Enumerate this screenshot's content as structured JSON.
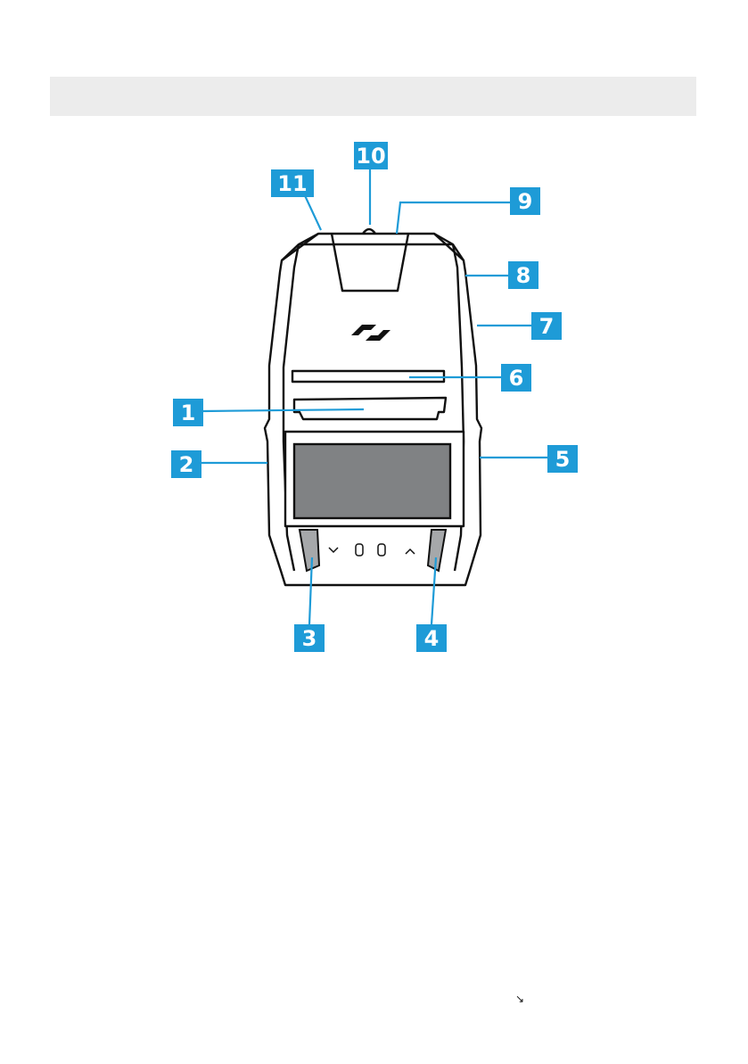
{
  "callouts": [
    {
      "id": "1",
      "label": "1"
    },
    {
      "id": "2",
      "label": "2"
    },
    {
      "id": "3",
      "label": "3"
    },
    {
      "id": "4",
      "label": "4"
    },
    {
      "id": "5",
      "label": "5"
    },
    {
      "id": "6",
      "label": "6"
    },
    {
      "id": "7",
      "label": "7"
    },
    {
      "id": "8",
      "label": "8"
    },
    {
      "id": "9",
      "label": "9"
    },
    {
      "id": "10",
      "label": "10"
    },
    {
      "id": "11",
      "label": "11"
    }
  ],
  "colors": {
    "callout": "#1e9bd7",
    "outline": "#111111",
    "screen": "#808284",
    "header_bar": "#ececec"
  },
  "icons": {
    "logo": "brand-logo-icon",
    "button_left": "chevron-down-icon",
    "button_right": "chevron-up-icon",
    "corner": "arrow-down-right-icon"
  },
  "footer": {
    "arrow_glyph": "↘"
  }
}
